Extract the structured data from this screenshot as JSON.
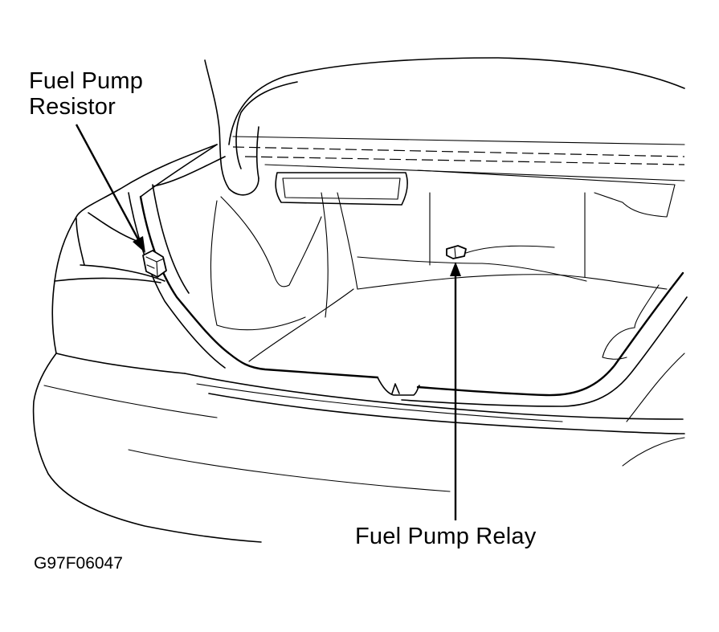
{
  "callouts": {
    "fuel_pump_resistor": {
      "line1": "Fuel Pump",
      "line2": "Resistor"
    },
    "fuel_pump_relay": "Fuel Pump Relay"
  },
  "figure_id": "G97F06047",
  "colors": {
    "ink": "#000000",
    "paper": "#ffffff"
  }
}
